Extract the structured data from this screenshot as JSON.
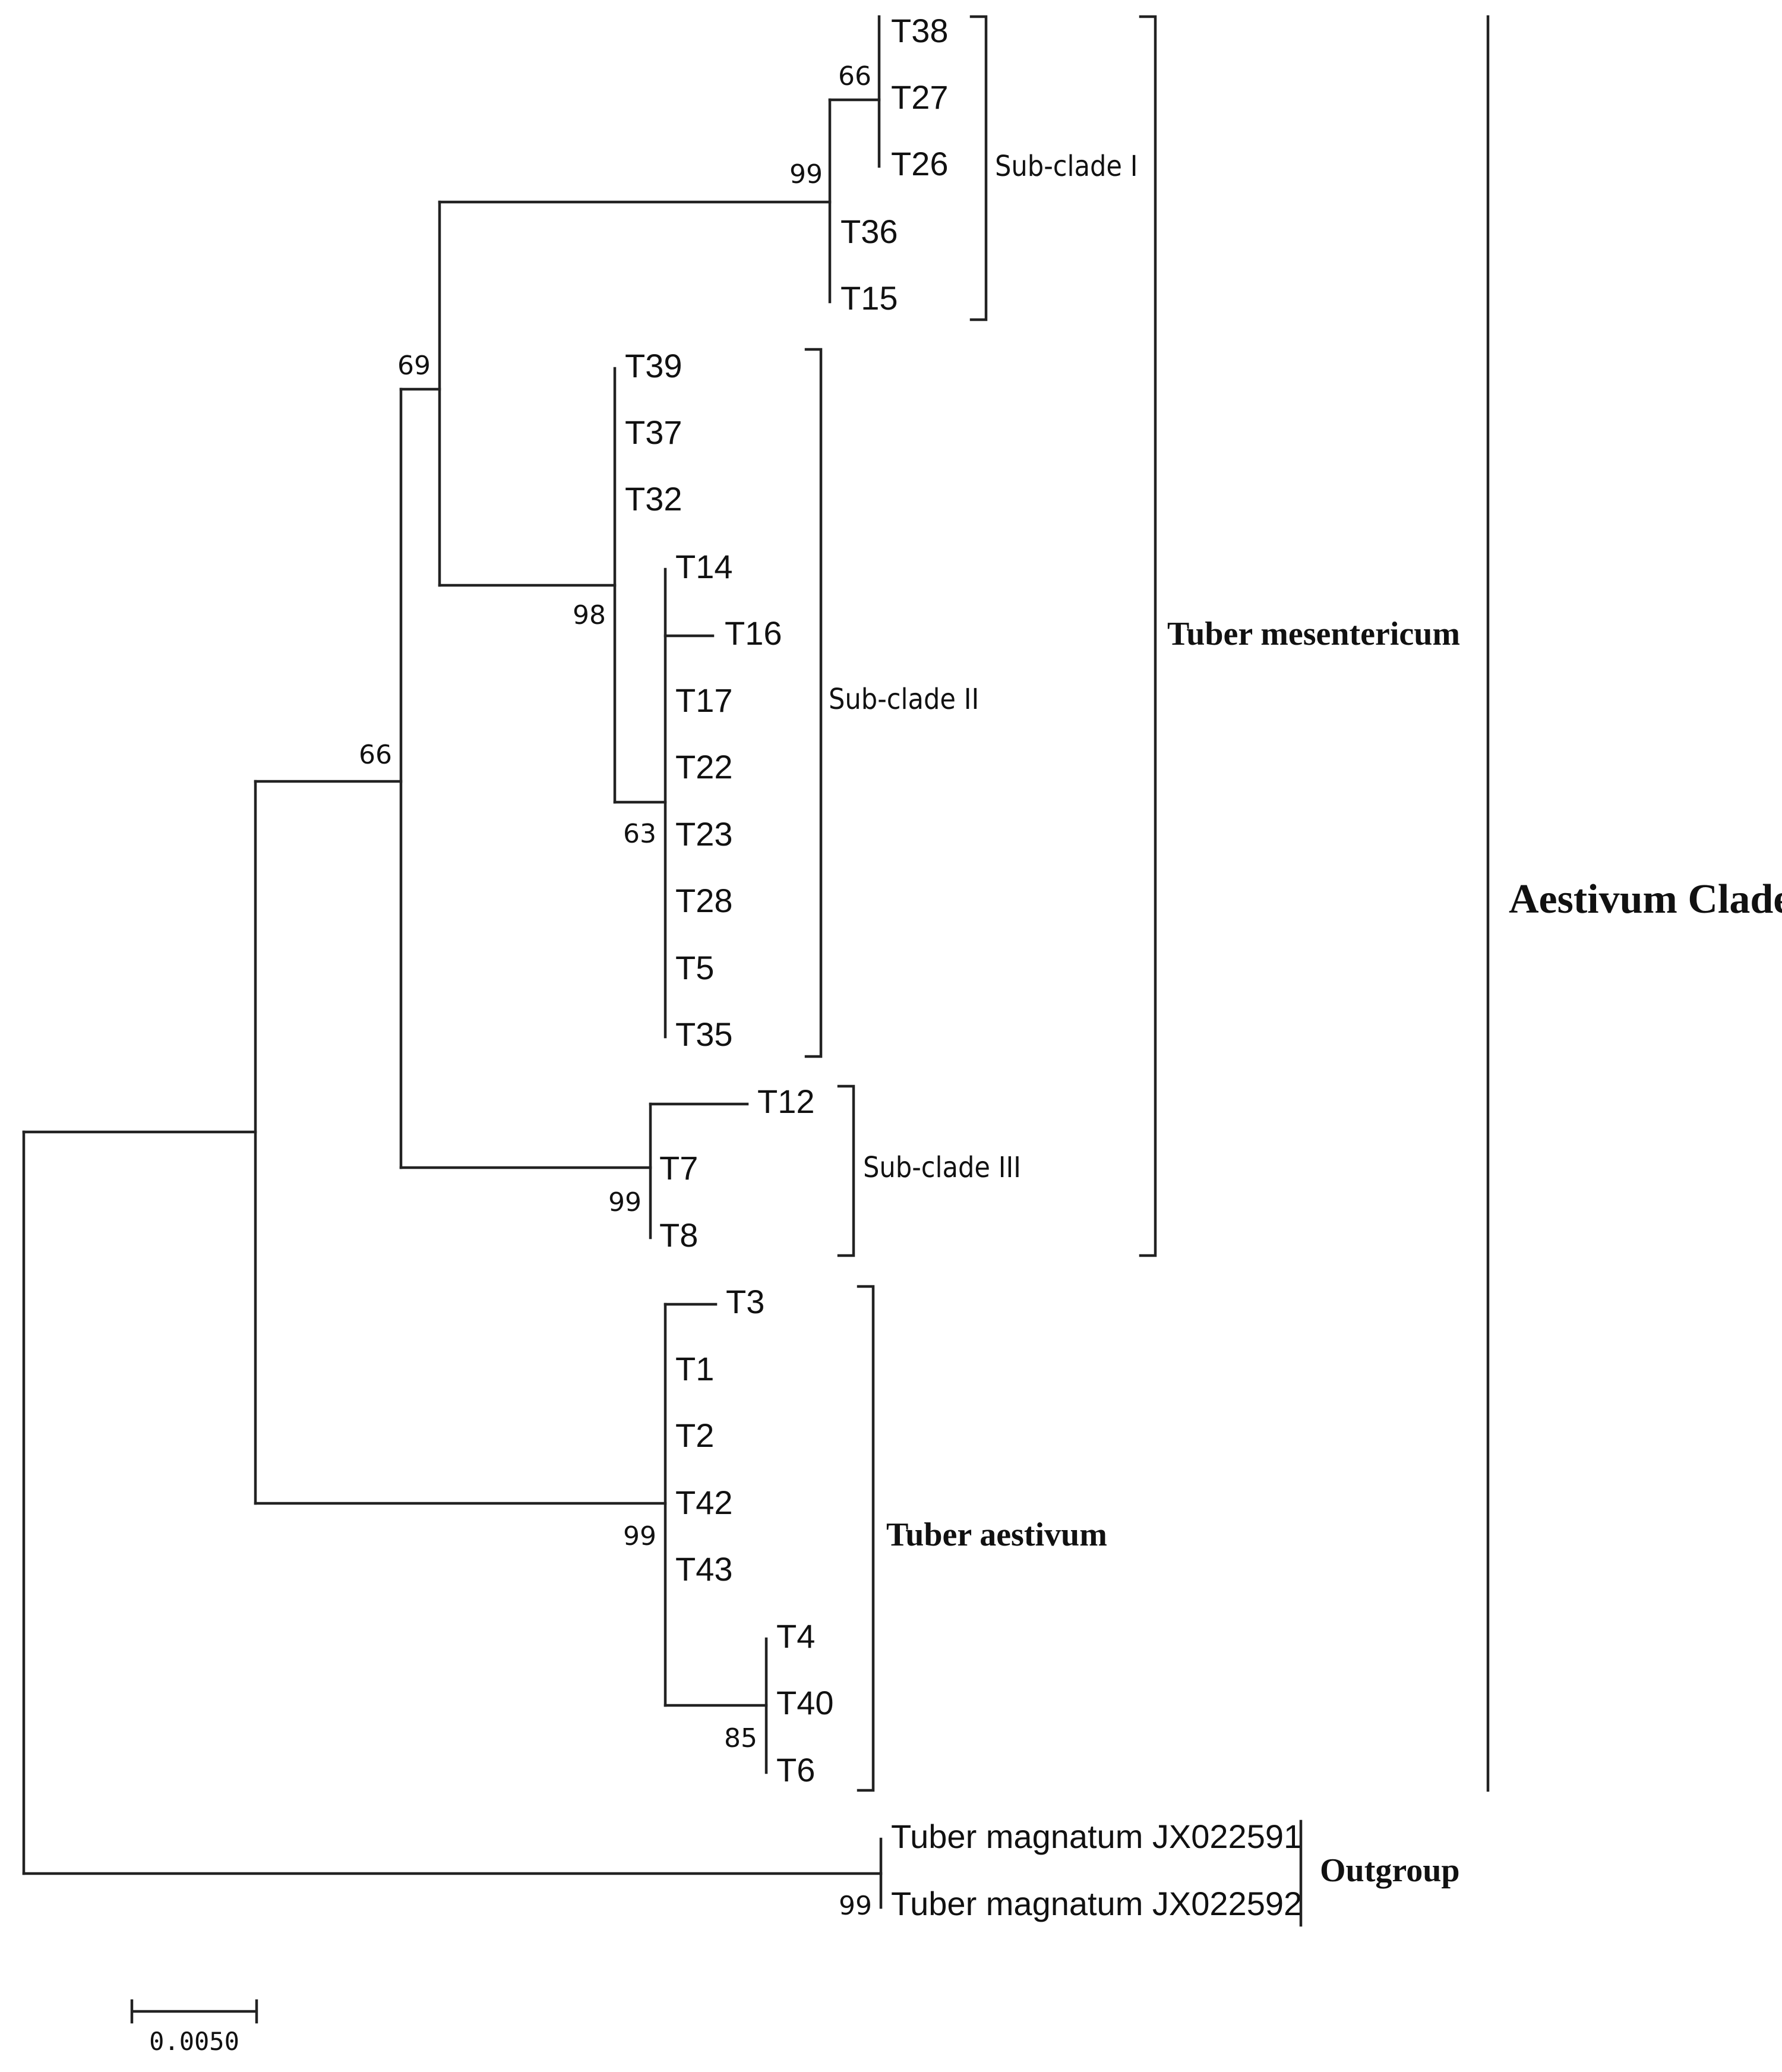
{
  "leaves": [
    "T38",
    "T27",
    "T26",
    "T36",
    "T15",
    "T39",
    "T37",
    "T32",
    "T14",
    "T16",
    "T17",
    "T22",
    "T23",
    "T28",
    "T5",
    "T35",
    "T12",
    "T7",
    "T8",
    "T3",
    "T1",
    "T2",
    "T42",
    "T43",
    "T4",
    "T40",
    "T6",
    "Tuber magnatum JX022591",
    "Tuber magnatum JX022592"
  ],
  "bootstraps": {
    "n66a": "66",
    "n99a": "99",
    "n69": "69",
    "n98": "98",
    "n63": "63",
    "n66b": "66",
    "n99b": "99",
    "n99c": "99",
    "n85": "85",
    "n99d": "99"
  },
  "subclades": {
    "s1": "Sub-clade I",
    "s2": "Sub-clade II",
    "s3": "Sub-clade III"
  },
  "groups": {
    "mesentericum": "Tuber mesentericum",
    "aestivum": "Tuber aestivum",
    "outgroup": "Outgroup"
  },
  "clade": "Aestivum Clade",
  "scale_bar": "0.0050"
}
